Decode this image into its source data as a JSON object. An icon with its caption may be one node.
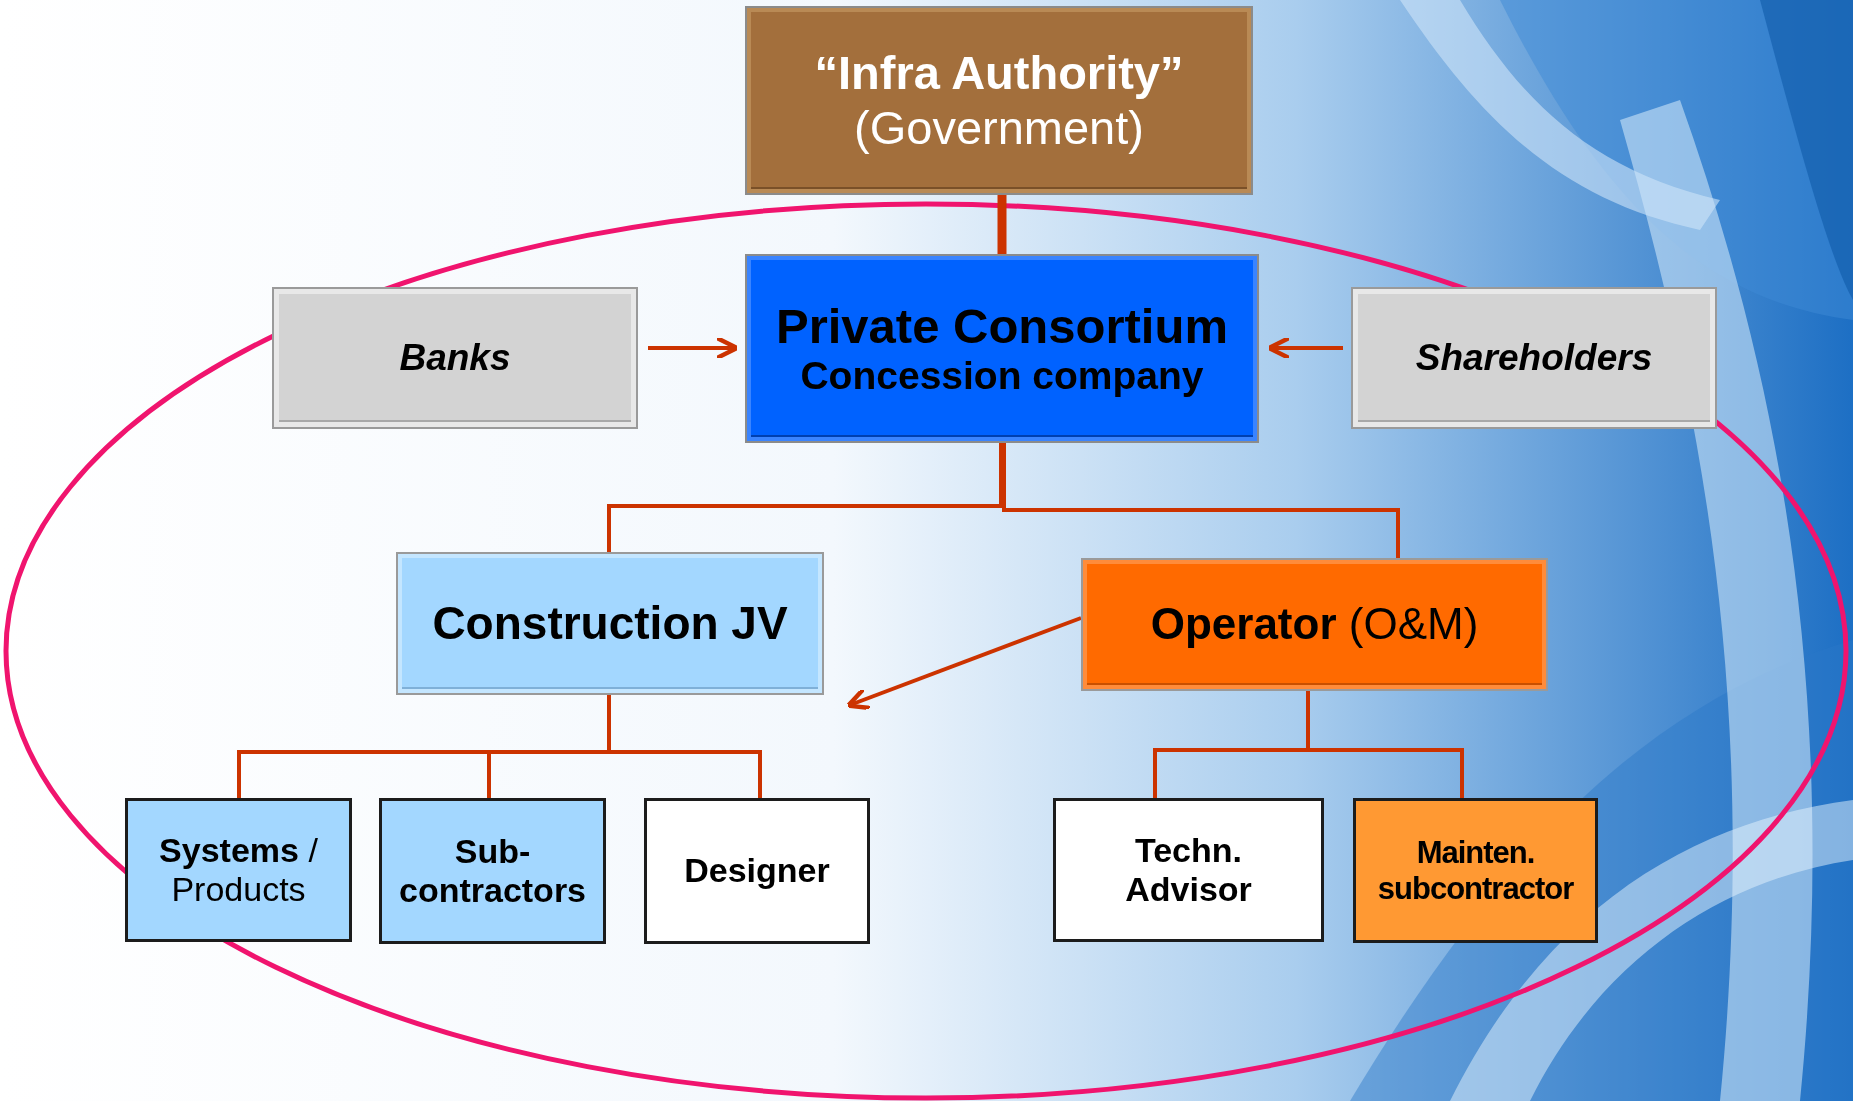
{
  "diagram": {
    "nodes": [
      {
        "text": [
          "“Infra Authority”",
          "(Government)"
        ]
      },
      {
        "text": [
          "Private Consortium",
          "Concession company"
        ]
      },
      {
        "text": [
          "Banks"
        ]
      },
      {
        "text": [
          "Shareholders"
        ]
      },
      {
        "text": [
          "Construction JV"
        ]
      },
      {
        "text": [
          "**Operator** (O&M)"
        ]
      },
      {
        "text": [
          "**Systems** / Products"
        ]
      },
      {
        "text": [
          "Sub-contractors"
        ]
      },
      {
        "text": [
          "Designer"
        ]
      },
      {
        "text": [
          "Techn. Advisor"
        ]
      },
      {
        "text": [
          "Mainten. subcontractor"
        ]
      }
    ],
    "edges": [
      {
        "from": 0,
        "to": 1,
        "arrow": "none",
        "style": "thick"
      },
      {
        "from": 2,
        "to": 1,
        "arrow": "to"
      },
      {
        "from": 3,
        "to": 1,
        "arrow": "to"
      },
      {
        "from": 1,
        "to": 4,
        "arrow": "none"
      },
      {
        "from": 1,
        "to": 5,
        "arrow": "none"
      },
      {
        "from": 5,
        "to": 4,
        "arrow": "to"
      },
      {
        "from": 4,
        "to": 6,
        "arrow": "none"
      },
      {
        "from": 4,
        "to": 7,
        "arrow": "none"
      },
      {
        "from": 4,
        "to": 8,
        "arrow": "none"
      },
      {
        "from": 5,
        "to": 9,
        "arrow": "none"
      },
      {
        "from": 5,
        "to": 10,
        "arrow": "none"
      }
    ]
  }
}
